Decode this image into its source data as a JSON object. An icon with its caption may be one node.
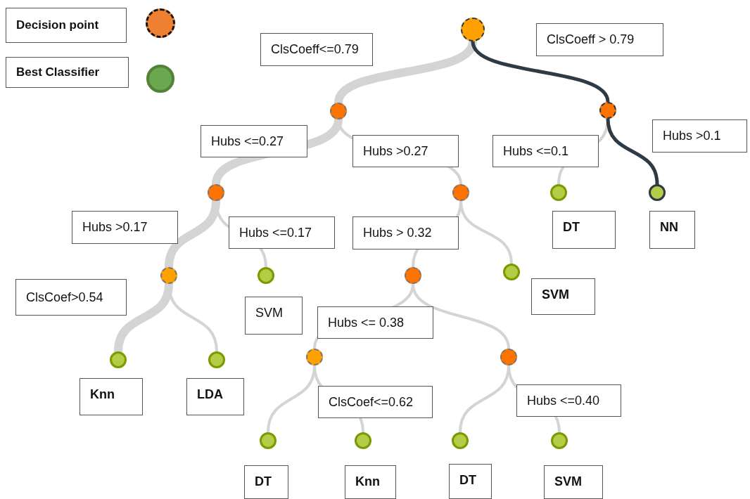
{
  "diagram": {
    "nodes": [
      {
        "text": [],
        "shape": "circle"
      },
      {
        "text": [],
        "shape": "circle"
      },
      {
        "text": [],
        "shape": "circle"
      },
      {
        "text": [],
        "shape": "circle"
      },
      {
        "text": [],
        "shape": "circle"
      },
      {
        "text": [],
        "shape": "circle",
        "beside": [
          "DT"
        ]
      },
      {
        "text": [],
        "shape": "circle",
        "beside": [
          "NN"
        ]
      },
      {
        "text": [],
        "shape": "circle"
      },
      {
        "text": [],
        "shape": "circle",
        "beside": [
          "SVM"
        ]
      },
      {
        "text": [],
        "shape": "circle"
      },
      {
        "text": [],
        "shape": "circle",
        "beside": [
          "SVM"
        ]
      },
      {
        "text": [],
        "shape": "circle",
        "beside": [
          "Knn"
        ]
      },
      {
        "text": [],
        "shape": "circle",
        "beside": [
          "LDA"
        ]
      },
      {
        "text": [],
        "shape": "circle"
      },
      {
        "text": [],
        "shape": "circle"
      },
      {
        "text": [],
        "shape": "circle",
        "beside": [
          "DT"
        ]
      },
      {
        "text": [],
        "shape": "circle",
        "beside": [
          "Knn"
        ]
      },
      {
        "text": [],
        "shape": "circle",
        "beside": [
          "DT"
        ]
      },
      {
        "text": [],
        "shape": "circle",
        "beside": [
          "SVM"
        ]
      }
    ],
    "edges": [
      {
        "from": 0,
        "to": 1,
        "arrow": "none",
        "label": "ClsCoeff<=0.79",
        "style": "thick"
      },
      {
        "from": 0,
        "to": 2,
        "arrow": "none",
        "label": "ClsCoeff > 0.79",
        "color": "#2e3b47"
      },
      {
        "from": 1,
        "to": 3,
        "arrow": "none",
        "label": "Hubs <=0.27",
        "style": "thick"
      },
      {
        "from": 1,
        "to": 4,
        "arrow": "none",
        "label": "Hubs >0.27"
      },
      {
        "from": 2,
        "to": 5,
        "arrow": "none",
        "label": "Hubs <=0.1"
      },
      {
        "from": 2,
        "to": 6,
        "arrow": "none",
        "label": "Hubs >0.1",
        "color": "#2e3b47"
      },
      {
        "from": 3,
        "to": 7,
        "arrow": "none",
        "label": "Hubs >0.17",
        "style": "thick"
      },
      {
        "from": 3,
        "to": 8,
        "arrow": "none",
        "label": "Hubs <=0.17"
      },
      {
        "from": 4,
        "to": 9,
        "arrow": "none",
        "label": "Hubs > 0.32"
      },
      {
        "from": 4,
        "to": 10,
        "arrow": "none"
      },
      {
        "from": 7,
        "to": 11,
        "arrow": "none",
        "label": "ClsCoef>0.54",
        "style": "thick"
      },
      {
        "from": 7,
        "to": 12,
        "arrow": "none"
      },
      {
        "from": 9,
        "to": 13,
        "arrow": "none",
        "label": "Hubs <= 0.38"
      },
      {
        "from": 9,
        "to": 14,
        "arrow": "none"
      },
      {
        "from": 13,
        "to": 15,
        "arrow": "none"
      },
      {
        "from": 13,
        "to": 16,
        "arrow": "none",
        "label": "ClsCoef<=0.62"
      },
      {
        "from": 14,
        "to": 17,
        "arrow": "none"
      },
      {
        "from": 14,
        "to": 18,
        "arrow": "none",
        "label": "Hubs <=0.40"
      }
    ],
    "legend": [
      {
        "text": "Decision point"
      },
      {
        "text": "Best Classifier"
      }
    ]
  }
}
